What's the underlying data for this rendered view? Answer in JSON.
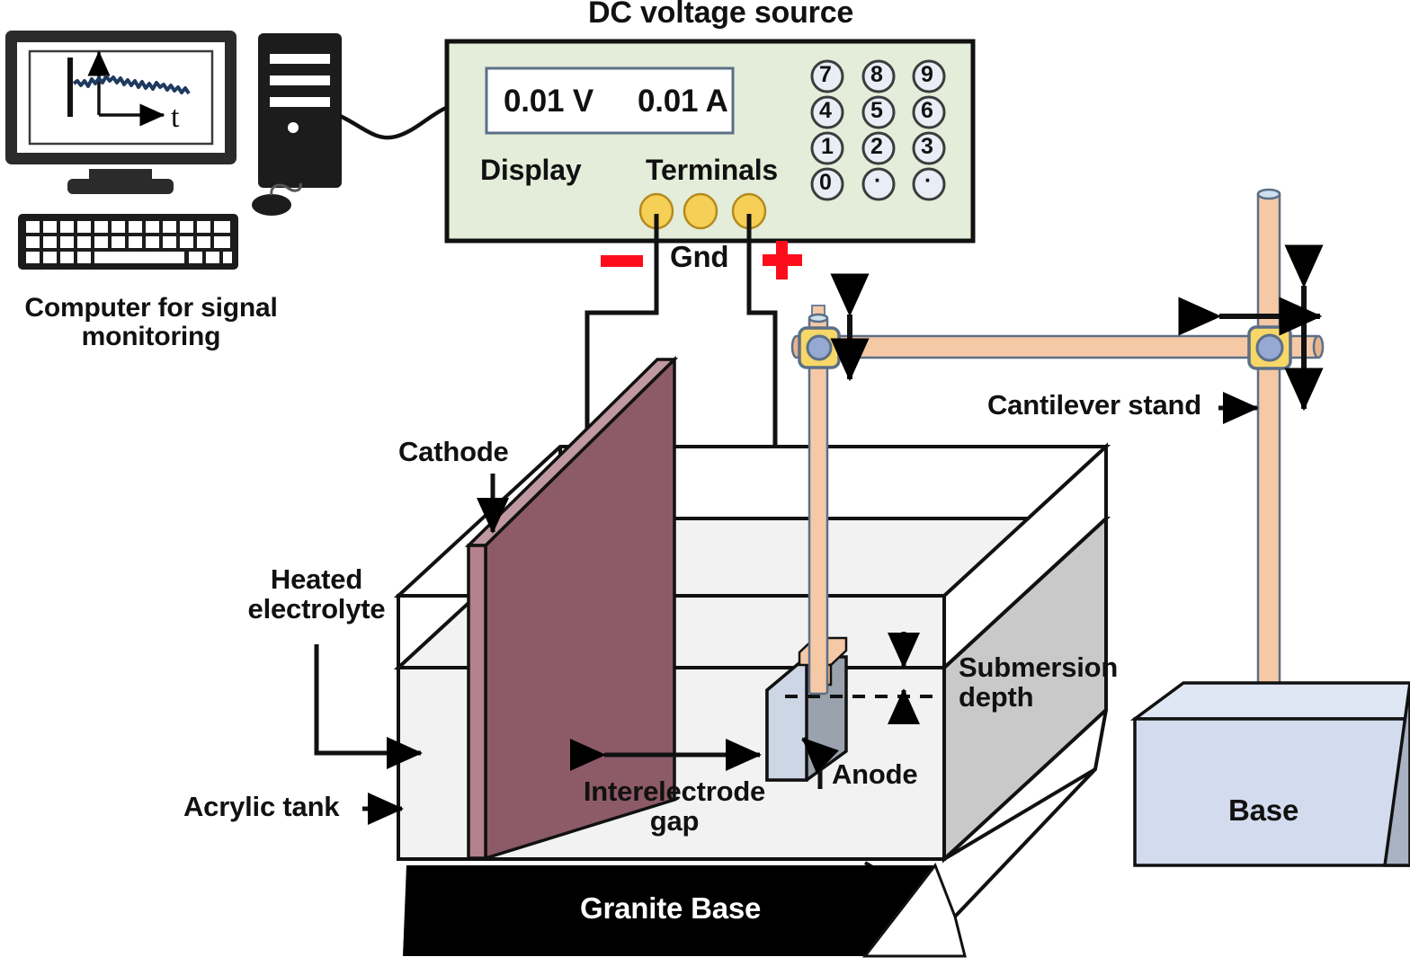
{
  "figure": {
    "title_top": "DC voltage source",
    "domain": "electrochemical machining experimental setup schematic"
  },
  "computer": {
    "caption": "Computer for signal monitoring",
    "screen": {
      "y_axis_label": "I",
      "x_axis_label": "t",
      "trace_description": "decaying noisy current signal"
    },
    "icons": {
      "monitor": "monitor-icon",
      "tower": "computer-tower-icon",
      "keyboard": "keyboard-icon",
      "mouse": "mouse-icon"
    }
  },
  "power_supply": {
    "title": "DC voltage source",
    "display_value_voltage": "0.01 V",
    "display_value_current": "0.01 A",
    "display_label": "Display",
    "terminals_label": "Terminals",
    "keypad": [
      [
        "7",
        "8",
        "9"
      ],
      [
        "4",
        "5",
        "6"
      ],
      [
        "1",
        "2",
        "3"
      ],
      [
        "0",
        "·",
        "·"
      ]
    ],
    "terminal_count": 3,
    "terminal_markers": {
      "negative": "–",
      "ground": "Gnd",
      "positive": "+"
    },
    "colors": {
      "panel": "#e3edd9",
      "terminal": "#f6cf56",
      "marker_red": "#fc0d1b",
      "display_bg": "#ffffff"
    }
  },
  "tank": {
    "label_acrylic_tank": "Acrylic tank",
    "label_heated_electrolyte": "Heated\nelectrolyte",
    "label_cathode": "Cathode",
    "label_anode": "Anode",
    "label_interelectrode_gap": "Interelectrode\ngap",
    "label_submersion_depth": "Submersion\ndepth",
    "label_granite_base": "Granite Base",
    "colors": {
      "cathode_face": "#8d5a68",
      "cathode_top": "#c098a2",
      "cathode_edge": "#b4818e",
      "electrolyte": "#f2f2f2",
      "tank_side": "#c9c9c9",
      "anode_front": "#ccd6e4",
      "anode_side": "#9aa3ad",
      "granite": "#000000"
    }
  },
  "cantilever": {
    "label": "Cantilever stand",
    "base_label": "Base",
    "colors": {
      "rod": "#f5c9a6",
      "clamp": "#f7d768",
      "clamp_knob": "#95a9d2",
      "base_front": "#d3dcee",
      "base_top": "#dfe6f4",
      "base_side": "#a9b2c2"
    },
    "movement_arrows": {
      "left_clamp": "vertical",
      "right_clamp": "vertical-and-horizontal"
    }
  }
}
